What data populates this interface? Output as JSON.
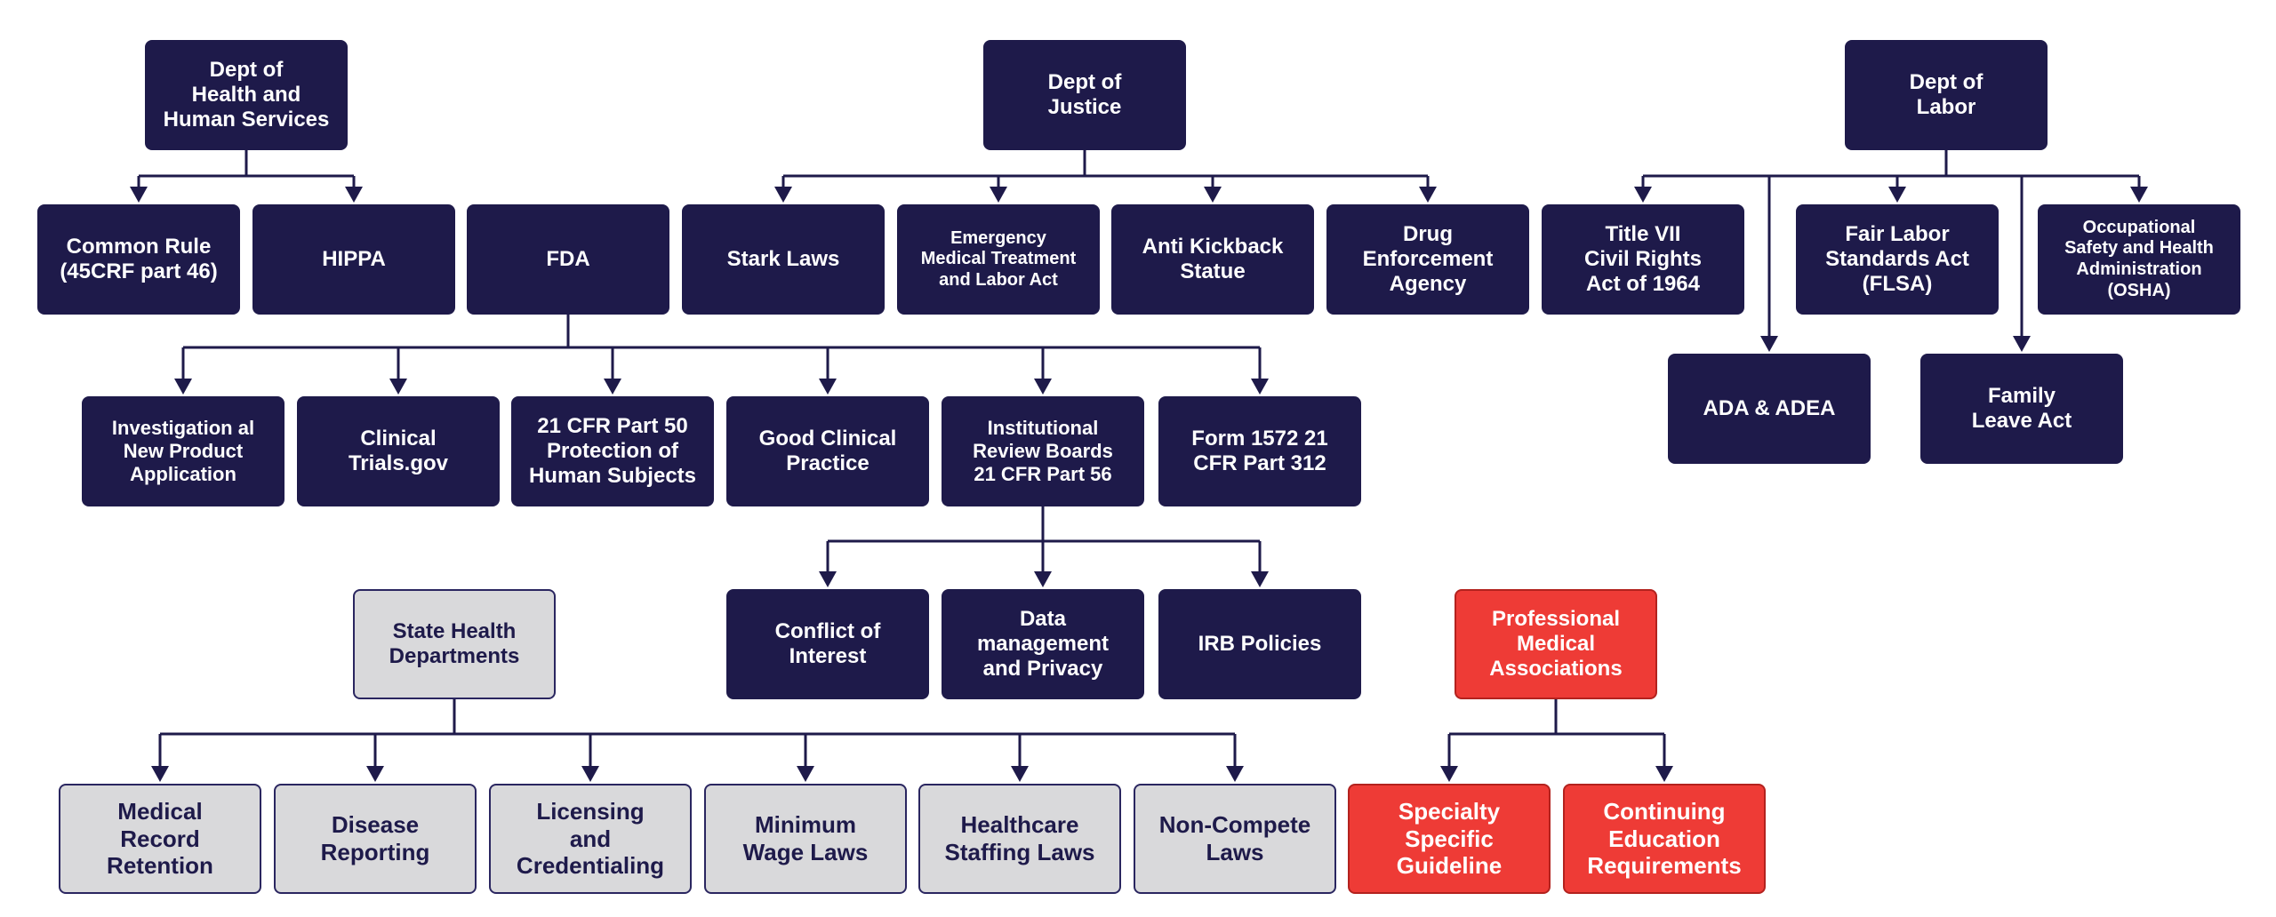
{
  "colors": {
    "primary": "#1e1a4a",
    "secondary_fill": "#d9d9db",
    "accent": "#ee3b36"
  },
  "nodes": {
    "hhs": "Dept of\nHealth and\nHuman Services",
    "doj": "Dept of\nJustice",
    "dol": "Dept of\nLabor",
    "common_rule": "Common Rule\n(45CRF part 46)",
    "hippa": "HIPPA",
    "fda": "FDA",
    "stark": "Stark Laws",
    "emtala": "Emergency\nMedical Treatment\nand Labor Act",
    "anti_kickback": "Anti Kickback\nStatue",
    "dea": "Drug\nEnforcement\nAgency",
    "title_vii": "Title VII\nCivil Rights\nAct of 1964",
    "flsa": "Fair Labor\nStandards Act\n(FLSA)",
    "osha": "Occupational\nSafety and Health\nAdministration\n(OSHA)",
    "ada": "ADA & ADEA",
    "fmla": "Family\nLeave Act",
    "inpa": "Investigation al\nNew Product\nApplication",
    "clinical_trials": "Clinical\nTrials.gov",
    "cfr50": "21 CFR Part 50\nProtection of\nHuman Subjects",
    "gcp": "Good Clinical\nPractice",
    "irb": "Institutional\nReview Boards\n21 CFR Part 56",
    "form1572": "Form 1572 21\nCFR Part 312",
    "conflict": "Conflict of\nInterest",
    "data_mgmt": "Data\nmanagement\nand Privacy",
    "irb_policies": "IRB Policies",
    "state_health": "State Health\nDepartments",
    "medical_record": "Medical\nRecord\nRetention",
    "disease": "Disease\nReporting",
    "licensing": "Licensing\nand\nCredentialing",
    "min_wage": "Minimum\nWage Laws",
    "staffing": "Healthcare\nStaffing Laws",
    "non_compete": "Non-Compete\nLaws",
    "pma": "Professional\nMedical\nAssociations",
    "specialty": "Specialty\nSpecific\nGuideline",
    "cme": "Continuing\nEducation\nRequirements"
  }
}
